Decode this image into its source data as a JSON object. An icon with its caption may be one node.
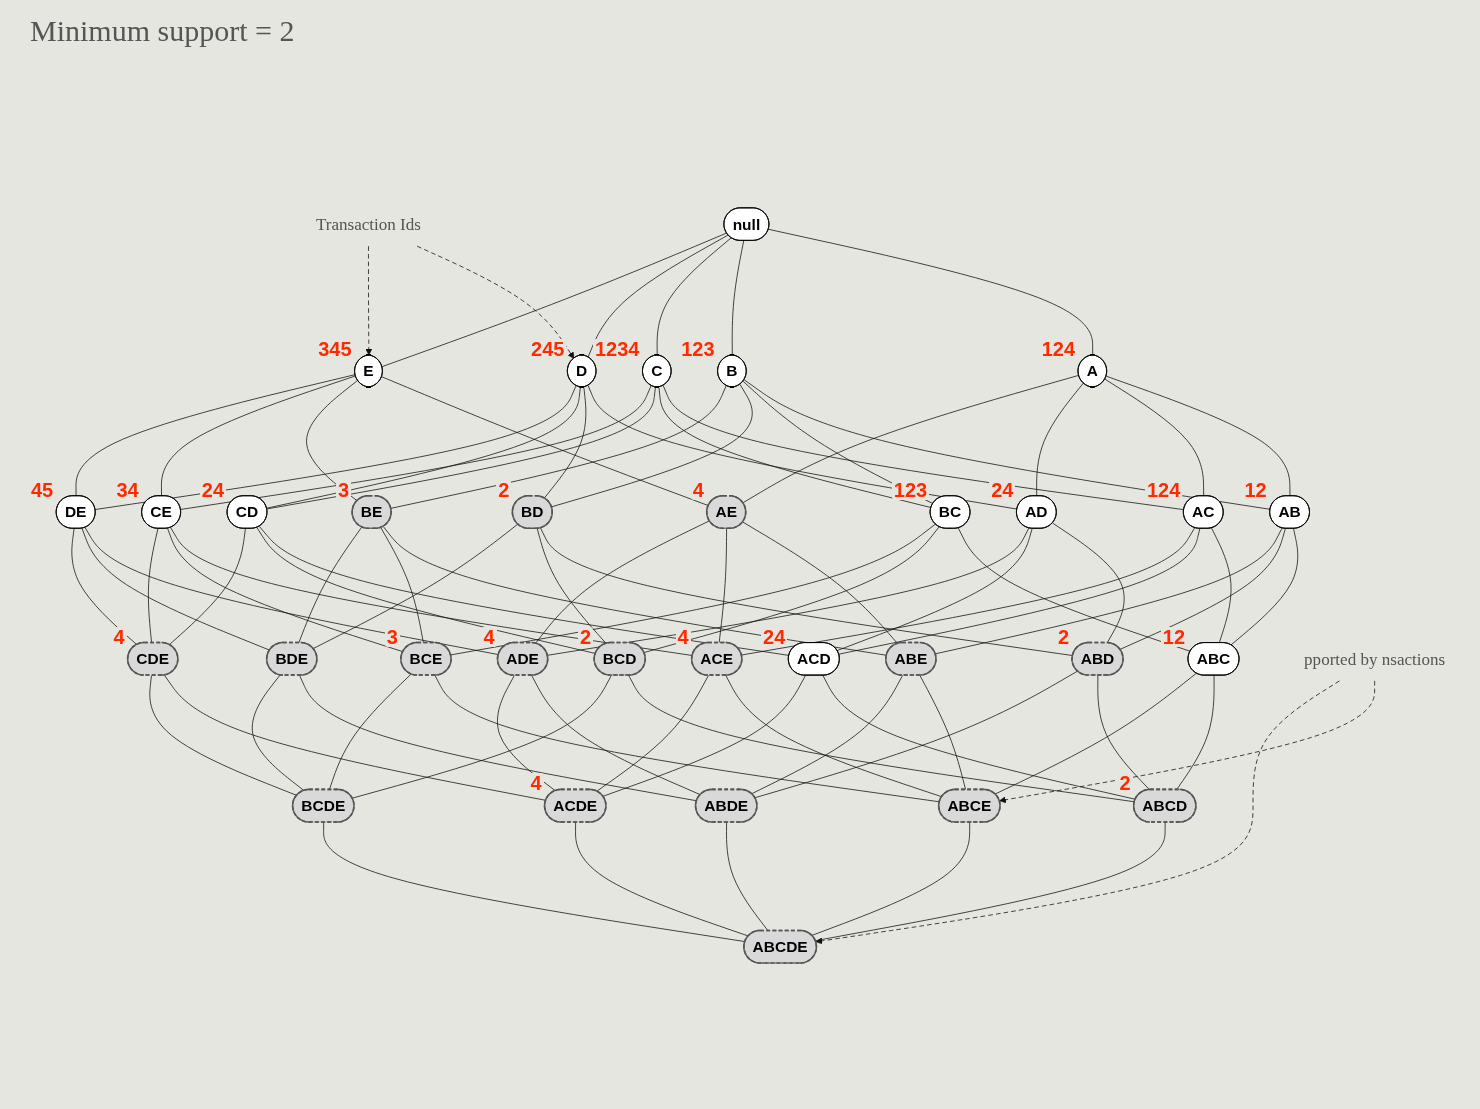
{
  "diagram": {
    "nodes": [
      {
        "text": [
          "null"
        ]
      },
      {
        "text": [
          "A"
        ],
        "beside": [
          "124"
        ]
      },
      {
        "text": [
          "B"
        ],
        "beside": [
          "123"
        ]
      },
      {
        "text": [
          "C"
        ],
        "beside": [
          "1234"
        ]
      },
      {
        "text": [
          "D"
        ],
        "beside": [
          "245"
        ]
      },
      {
        "text": [
          "E"
        ],
        "beside": [
          "345"
        ]
      },
      {
        "text": [
          "AB"
        ],
        "beside": [
          "12"
        ]
      },
      {
        "text": [
          "AC"
        ],
        "beside": [
          "124"
        ]
      },
      {
        "text": [
          "AD"
        ],
        "beside": [
          "24"
        ]
      },
      {
        "text": [
          "AE"
        ],
        "beside": [
          "4"
        ]
      },
      {
        "text": [
          "BC"
        ],
        "beside": [
          "123"
        ]
      },
      {
        "text": [
          "BD"
        ],
        "beside": [
          "2"
        ]
      },
      {
        "text": [
          "BE"
        ],
        "beside": [
          "3"
        ]
      },
      {
        "text": [
          "CD"
        ],
        "beside": [
          "24"
        ]
      },
      {
        "text": [
          "CE"
        ],
        "beside": [
          "34"
        ]
      },
      {
        "text": [
          "DE"
        ],
        "beside": [
          "45"
        ]
      },
      {
        "text": [
          "ABC"
        ],
        "beside": [
          "12"
        ]
      },
      {
        "text": [
          "ABD"
        ],
        "beside": [
          "2"
        ]
      },
      {
        "text": [
          "ABE"
        ]
      },
      {
        "text": [
          "ACD"
        ],
        "beside": [
          "24"
        ]
      },
      {
        "text": [
          "ACE"
        ],
        "beside": [
          "4"
        ]
      },
      {
        "text": [
          "ADE"
        ],
        "beside": [
          "4"
        ]
      },
      {
        "text": [
          "BCD"
        ],
        "beside": [
          "2"
        ]
      },
      {
        "text": [
          "BCE"
        ],
        "beside": [
          "3"
        ]
      },
      {
        "text": [
          "BDE"
        ]
      },
      {
        "text": [
          "CDE"
        ],
        "beside": [
          "4"
        ]
      },
      {
        "text": [
          "ABCD"
        ],
        "beside": [
          "2"
        ]
      },
      {
        "text": [
          "ABCE"
        ]
      },
      {
        "text": [
          "ABDE"
        ]
      },
      {
        "text": [
          "ACDE"
        ],
        "beside": [
          "4"
        ]
      },
      {
        "text": [
          "BCDE"
        ]
      },
      {
        "text": [
          "ABCDE"
        ]
      },
      {
        "text": [
          "Transaction Ids"
        ]
      },
      {
        "text": [
          "pported by nsactions"
        ]
      }
    ],
    "edges": [
      {
        "from": 0,
        "to": 1,
        "arrow": "none"
      },
      {
        "from": 0,
        "to": 2,
        "arrow": "none"
      },
      {
        "from": 0,
        "to": 3,
        "arrow": "none"
      },
      {
        "from": 0,
        "to": 4,
        "arrow": "none"
      },
      {
        "from": 0,
        "to": 5,
        "arrow": "none"
      },
      {
        "from": 1,
        "to": 6,
        "arrow": "none"
      },
      {
        "from": 1,
        "to": 7,
        "arrow": "none"
      },
      {
        "from": 1,
        "to": 8,
        "arrow": "none"
      },
      {
        "from": 1,
        "to": 9,
        "arrow": "none"
      },
      {
        "from": 2,
        "to": 6,
        "arrow": "none"
      },
      {
        "from": 2,
        "to": 10,
        "arrow": "none"
      },
      {
        "from": 2,
        "to": 11,
        "arrow": "none"
      },
      {
        "from": 2,
        "to": 12,
        "arrow": "none"
      },
      {
        "from": 3,
        "to": 7,
        "arrow": "none"
      },
      {
        "from": 3,
        "to": 10,
        "arrow": "none"
      },
      {
        "from": 3,
        "to": 13,
        "arrow": "none"
      },
      {
        "from": 3,
        "to": 14,
        "arrow": "none"
      },
      {
        "from": 4,
        "to": 8,
        "arrow": "none"
      },
      {
        "from": 4,
        "to": 11,
        "arrow": "none"
      },
      {
        "from": 4,
        "to": 13,
        "arrow": "none"
      },
      {
        "from": 4,
        "to": 15,
        "arrow": "none"
      },
      {
        "from": 5,
        "to": 9,
        "arrow": "none"
      },
      {
        "from": 5,
        "to": 12,
        "arrow": "none"
      },
      {
        "from": 5,
        "to": 14,
        "arrow": "none"
      },
      {
        "from": 5,
        "to": 15,
        "arrow": "none"
      },
      {
        "from": 6,
        "to": 16,
        "arrow": "none"
      },
      {
        "from": 6,
        "to": 17,
        "arrow": "none"
      },
      {
        "from": 6,
        "to": 18,
        "arrow": "none"
      },
      {
        "from": 7,
        "to": 16,
        "arrow": "none"
      },
      {
        "from": 7,
        "to": 19,
        "arrow": "none"
      },
      {
        "from": 7,
        "to": 20,
        "arrow": "none"
      },
      {
        "from": 8,
        "to": 17,
        "arrow": "none"
      },
      {
        "from": 8,
        "to": 19,
        "arrow": "none"
      },
      {
        "from": 8,
        "to": 21,
        "arrow": "none"
      },
      {
        "from": 9,
        "to": 18,
        "arrow": "none"
      },
      {
        "from": 9,
        "to": 20,
        "arrow": "none"
      },
      {
        "from": 9,
        "to": 21,
        "arrow": "none"
      },
      {
        "from": 10,
        "to": 16,
        "arrow": "none"
      },
      {
        "from": 10,
        "to": 22,
        "arrow": "none"
      },
      {
        "from": 10,
        "to": 23,
        "arrow": "none"
      },
      {
        "from": 11,
        "to": 17,
        "arrow": "none"
      },
      {
        "from": 11,
        "to": 22,
        "arrow": "none"
      },
      {
        "from": 11,
        "to": 24,
        "arrow": "none"
      },
      {
        "from": 12,
        "to": 18,
        "arrow": "none"
      },
      {
        "from": 12,
        "to": 23,
        "arrow": "none"
      },
      {
        "from": 12,
        "to": 24,
        "arrow": "none"
      },
      {
        "from": 13,
        "to": 19,
        "arrow": "none"
      },
      {
        "from": 13,
        "to": 22,
        "arrow": "none"
      },
      {
        "from": 13,
        "to": 25,
        "arrow": "none"
      },
      {
        "from": 14,
        "to": 20,
        "arrow": "none"
      },
      {
        "from": 14,
        "to": 23,
        "arrow": "none"
      },
      {
        "from": 14,
        "to": 25,
        "arrow": "none"
      },
      {
        "from": 15,
        "to": 21,
        "arrow": "none"
      },
      {
        "from": 15,
        "to": 24,
        "arrow": "none"
      },
      {
        "from": 15,
        "to": 25,
        "arrow": "none"
      },
      {
        "from": 16,
        "to": 26,
        "arrow": "none"
      },
      {
        "from": 16,
        "to": 27,
        "arrow": "none"
      },
      {
        "from": 17,
        "to": 26,
        "arrow": "none"
      },
      {
        "from": 17,
        "to": 28,
        "arrow": "none"
      },
      {
        "from": 18,
        "to": 27,
        "arrow": "none"
      },
      {
        "from": 18,
        "to": 28,
        "arrow": "none"
      },
      {
        "from": 19,
        "to": 26,
        "arrow": "none"
      },
      {
        "from": 19,
        "to": 29,
        "arrow": "none"
      },
      {
        "from": 20,
        "to": 27,
        "arrow": "none"
      },
      {
        "from": 20,
        "to": 29,
        "arrow": "none"
      },
      {
        "from": 21,
        "to": 28,
        "arrow": "none"
      },
      {
        "from": 21,
        "to": 29,
        "arrow": "none"
      },
      {
        "from": 22,
        "to": 26,
        "arrow": "none"
      },
      {
        "from": 22,
        "to": 30,
        "arrow": "none"
      },
      {
        "from": 23,
        "to": 27,
        "arrow": "none"
      },
      {
        "from": 23,
        "to": 30,
        "arrow": "none"
      },
      {
        "from": 24,
        "to": 28,
        "arrow": "none"
      },
      {
        "from": 24,
        "to": 30,
        "arrow": "none"
      },
      {
        "from": 25,
        "to": 29,
        "arrow": "none"
      },
      {
        "from": 25,
        "to": 30,
        "arrow": "none"
      },
      {
        "from": 26,
        "to": 31,
        "arrow": "none"
      },
      {
        "from": 27,
        "to": 31,
        "arrow": "none"
      },
      {
        "from": 28,
        "to": 31,
        "arrow": "none"
      },
      {
        "from": 29,
        "to": 31,
        "arrow": "none"
      },
      {
        "from": 30,
        "to": 31,
        "arrow": "none"
      },
      {
        "from": 32,
        "to": 4,
        "arrow": "to",
        "style": "dashed"
      },
      {
        "from": 32,
        "to": 5,
        "arrow": "to",
        "style": "dashed"
      },
      {
        "from": 33,
        "to": 27,
        "arrow": "to",
        "style": "dashed"
      },
      {
        "from": 33,
        "to": 31,
        "arrow": "to",
        "style": "dashed"
      }
    ],
    "labels": [
      "Minimum support = 2"
    ]
  }
}
